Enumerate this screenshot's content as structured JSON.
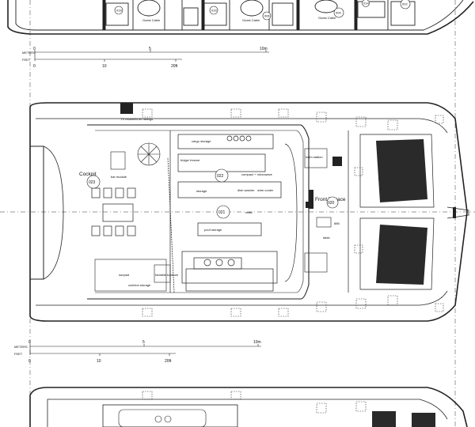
{
  "top_deck": {
    "room_numbers": [
      "018",
      "016",
      "006",
      "004",
      "014",
      "002"
    ],
    "cabin_label_1": "Guest Cabin",
    "cabin_label_2": "Guest Cabin",
    "cabin_label_3": "Guest Cabin"
  },
  "scale_bar_top": {
    "meters_label": "METERS",
    "feet_label": "FEET",
    "m_ticks": [
      "0",
      "5",
      "10m"
    ],
    "ft_ticks": [
      "0",
      "10",
      "20ft"
    ]
  },
  "main_deck": {
    "cockpit_label": "Cockpit",
    "cockpit_no": "023",
    "saloon_no": "021",
    "galley_no": "022",
    "front_terrace_label": "Front Terrace",
    "front_terrace_no": "020",
    "bar_module": "bar module",
    "galley_storage": "storage",
    "cargo_storage": "cargo storage",
    "fridge_freezer": "fridge/ freezer",
    "compact_microwave": "compact + microwave",
    "dish_washer": "dish washer",
    "wine_cooler": "wine cooler",
    "pouf_storage": "pouf storage",
    "foldable_balance": "foldable balance",
    "sunpad": "sunpad",
    "helm_station": "helm station",
    "table": "table",
    "mast": "mast",
    "tv_mounted": "TV mounted on railings",
    "cushion_storage": "cushion storage",
    "marker_886": "886"
  },
  "scale_bar_mid": {
    "meters_label": "METERS",
    "feet_label": "FEET",
    "m_ticks": [
      "0",
      "5",
      "10m"
    ],
    "ft_ticks": [
      "0",
      "10",
      "20ft"
    ]
  }
}
